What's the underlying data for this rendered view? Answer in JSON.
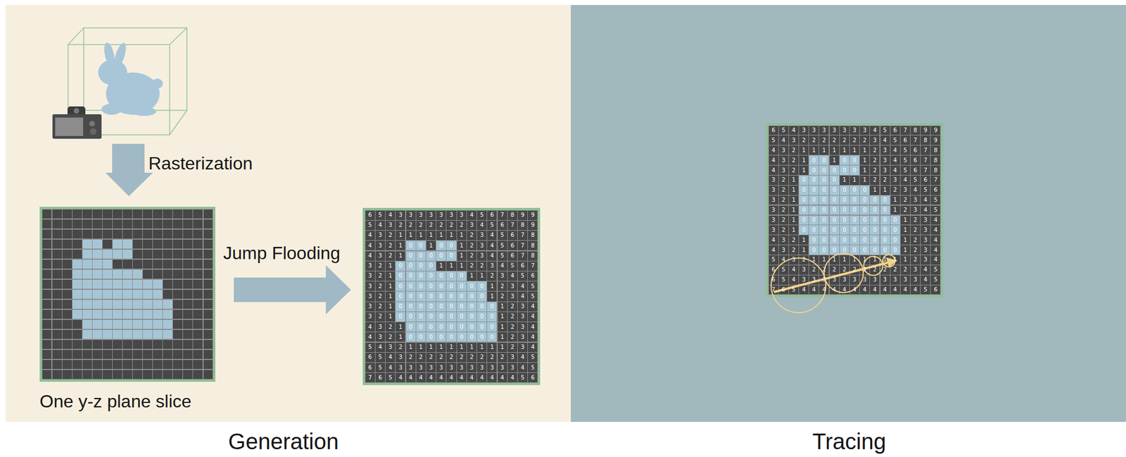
{
  "diagram": {
    "labels": [
      "Rasterization",
      "One y-z plane slice",
      "Jump Flooding",
      "6",
      "5",
      "4",
      "3",
      "3",
      "3",
      "3",
      "3",
      "3",
      "3",
      "4",
      "5",
      "6",
      "7",
      "8",
      "9",
      "9",
      "5",
      "4",
      "3",
      "2",
      "2",
      "2",
      "2",
      "2",
      "2",
      "2",
      "3",
      "4",
      "5",
      "6",
      "7",
      "8",
      "9",
      "4",
      "3",
      "2",
      "1",
      "1",
      "1",
      "1",
      "1",
      "1",
      "1",
      "2",
      "3",
      "4",
      "5",
      "6",
      "7",
      "8",
      "4",
      "3",
      "2",
      "1",
      "0",
      "0",
      "1",
      "0",
      "0",
      "1",
      "2",
      "3",
      "4",
      "5",
      "6",
      "7",
      "8",
      "4",
      "3",
      "2",
      "1",
      "0",
      "0",
      "0",
      "0",
      "0",
      "1",
      "2",
      "3",
      "4",
      "5",
      "6",
      "7",
      "8",
      "3",
      "2",
      "1",
      "0",
      "0",
      "0",
      "0",
      "1",
      "1",
      "1",
      "2",
      "2",
      "3",
      "4",
      "5",
      "6",
      "7",
      "3",
      "2",
      "1",
      "0",
      "0",
      "0",
      "0",
      "0",
      "0",
      "0",
      "1",
      "1",
      "2",
      "3",
      "4",
      "5",
      "6",
      "3",
      "2",
      "1",
      "0",
      "0",
      "0",
      "0",
      "0",
      "0",
      "0",
      "0",
      "0",
      "1",
      "2",
      "3",
      "4",
      "5",
      "3",
      "2",
      "1",
      "0",
      "0",
      "0",
      "0",
      "0",
      "0",
      "0",
      "0",
      "0",
      "1",
      "2",
      "3",
      "4",
      "5",
      "3",
      "2",
      "1",
      "0",
      "0",
      "0",
      "0",
      "0",
      "0",
      "0",
      "0",
      "0",
      "0",
      "1",
      "2",
      "3",
      "4",
      "3",
      "2",
      "1",
      "0",
      "0",
      "0",
      "0",
      "0",
      "0",
      "0",
      "0",
      "0",
      "0",
      "1",
      "2",
      "3",
      "4",
      "4",
      "3",
      "2",
      "1",
      "0",
      "0",
      "0",
      "0",
      "0",
      "0",
      "0",
      "0",
      "0",
      "1",
      "2",
      "3",
      "4",
      "4",
      "3",
      "2",
      "1",
      "0",
      "0",
      "0",
      "0",
      "0",
      "0",
      "0",
      "0",
      "0",
      "1",
      "2",
      "3",
      "4",
      "5",
      "4",
      "3",
      "2",
      "1",
      "1",
      "1",
      "1",
      "1",
      "1",
      "1",
      "1",
      "1",
      "1",
      "2",
      "3",
      "4",
      "6",
      "5",
      "4",
      "3",
      "2",
      "2",
      "2",
      "2",
      "2",
      "2",
      "2",
      "2",
      "2",
      "2",
      "3",
      "4",
      "5",
      "6",
      "5",
      "4",
      "3",
      "3",
      "3",
      "3",
      "3",
      "3",
      "3",
      "3",
      "3",
      "3",
      "3",
      "3",
      "4",
      "5",
      "7",
      "6",
      "5",
      "4",
      "4",
      "4",
      "4",
      "4",
      "4",
      "4",
      "4",
      "4",
      "4",
      "4",
      "4",
      "5",
      "6",
      "6",
      "5",
      "4",
      "3",
      "3",
      "3",
      "3",
      "3",
      "3",
      "3",
      "4",
      "5",
      "6",
      "7",
      "8",
      "9",
      "9",
      "5",
      "4",
      "3",
      "2",
      "2",
      "2",
      "2",
      "2",
      "2",
      "2",
      "3",
      "4",
      "5",
      "6",
      "7",
      "8",
      "9",
      "4",
      "3",
      "2",
      "1",
      "1",
      "1",
      "1",
      "1",
      "1",
      "1",
      "2",
      "3",
      "4",
      "5",
      "6",
      "7",
      "8",
      "4",
      "3",
      "2",
      "1",
      "0",
      "0",
      "1",
      "0",
      "0",
      "1",
      "2",
      "3",
      "4",
      "5",
      "6",
      "7",
      "8",
      "4",
      "3",
      "2",
      "1",
      "0",
      "0",
      "0",
      "0",
      "0",
      "1",
      "2",
      "3",
      "4",
      "5",
      "6",
      "7",
      "8",
      "3",
      "2",
      "1",
      "0",
      "0",
      "0",
      "0",
      "1",
      "1",
      "1",
      "2",
      "2",
      "3",
      "4",
      "5",
      "6",
      "7",
      "3",
      "2",
      "1",
      "0",
      "0",
      "0",
      "0",
      "0",
      "0",
      "0",
      "1",
      "1",
      "2",
      "3",
      "4",
      "5",
      "6",
      "3",
      "2",
      "1",
      "0",
      "0",
      "0",
      "0",
      "0",
      "0",
      "0",
      "0",
      "0",
      "1",
      "2",
      "3",
      "4",
      "5",
      "3",
      "2",
      "1",
      "0",
      "0",
      "0",
      "0",
      "0",
      "0",
      "0",
      "0",
      "0",
      "1",
      "2",
      "3",
      "4",
      "5",
      "3",
      "2",
      "1",
      "0",
      "0",
      "0",
      "0",
      "0",
      "0",
      "0",
      "0",
      "0",
      "0",
      "1",
      "2",
      "3",
      "4",
      "3",
      "2",
      "1",
      "0",
      "0",
      "0",
      "0",
      "0",
      "0",
      "0",
      "0",
      "0",
      "0",
      "1",
      "2",
      "3",
      "4",
      "4",
      "3",
      "2",
      "1",
      "0",
      "0",
      "0",
      "0",
      "0",
      "0",
      "0",
      "0",
      "0",
      "1",
      "2",
      "3",
      "4",
      "4",
      "3",
      "2",
      "1",
      "0",
      "0",
      "0",
      "0",
      "0",
      "0",
      "0",
      "0",
      "0",
      "1",
      "2",
      "3",
      "4",
      "5",
      "4",
      "3",
      "2",
      "1",
      "1",
      "1",
      "1",
      "1",
      "1",
      "1",
      "1",
      "1",
      "1",
      "2",
      "3",
      "4",
      "6",
      "5",
      "4",
      "3",
      "2",
      "2",
      "2",
      "2",
      "2",
      "2",
      "2",
      "2",
      "2",
      "2",
      "3",
      "4",
      "5",
      "6",
      "5",
      "4",
      "3",
      "3",
      "3",
      "3",
      "3",
      "3",
      "3",
      "3",
      "3",
      "3",
      "3",
      "3",
      "4",
      "5",
      "7",
      "6",
      "5",
      "4",
      "4",
      "4",
      "4",
      "4",
      "4",
      "4",
      "4",
      "4",
      "4",
      "4",
      "4",
      "5",
      "6",
      "Generation",
      "Tracing"
    ]
  }
}
